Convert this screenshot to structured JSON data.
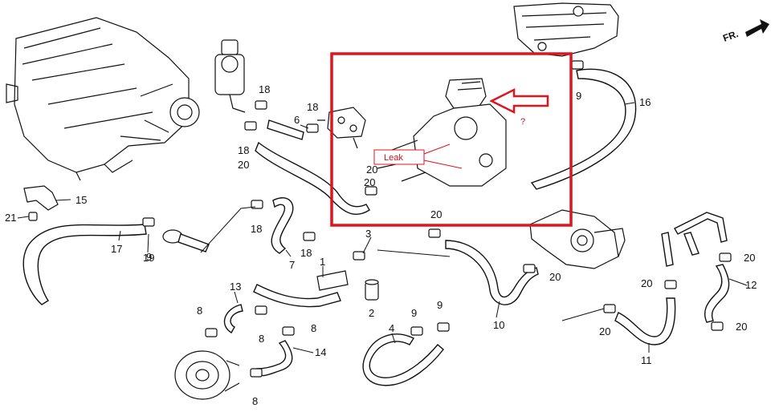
{
  "direction_label": "FR.",
  "annotations": {
    "leak": "Leak",
    "question": "?",
    "highlight_color": "#e0141c"
  },
  "callouts": [
    {
      "id": "c1",
      "text": "1"
    },
    {
      "id": "c2",
      "text": "2"
    },
    {
      "id": "c3",
      "text": "3"
    },
    {
      "id": "c4",
      "text": "4"
    },
    {
      "id": "c6",
      "text": "6"
    },
    {
      "id": "c7",
      "text": "7"
    },
    {
      "id": "c8a",
      "text": "8"
    },
    {
      "id": "c8b",
      "text": "8"
    },
    {
      "id": "c8c",
      "text": "8"
    },
    {
      "id": "c8d",
      "text": "8"
    },
    {
      "id": "c9a",
      "text": "9"
    },
    {
      "id": "c9b",
      "text": "9"
    },
    {
      "id": "c9c",
      "text": "9"
    },
    {
      "id": "c9d",
      "text": "9"
    },
    {
      "id": "c10",
      "text": "10"
    },
    {
      "id": "c11",
      "text": "11"
    },
    {
      "id": "c12",
      "text": "12"
    },
    {
      "id": "c13",
      "text": "13"
    },
    {
      "id": "c14",
      "text": "14"
    },
    {
      "id": "c15",
      "text": "15"
    },
    {
      "id": "c16",
      "text": "16"
    },
    {
      "id": "c17",
      "text": "17"
    },
    {
      "id": "c18a",
      "text": "18"
    },
    {
      "id": "c18b",
      "text": "18"
    },
    {
      "id": "c18c",
      "text": "18"
    },
    {
      "id": "c18d",
      "text": "18"
    },
    {
      "id": "c18e",
      "text": "18"
    },
    {
      "id": "c19",
      "text": "19"
    },
    {
      "id": "c20a",
      "text": "20"
    },
    {
      "id": "c20b",
      "text": "20"
    },
    {
      "id": "c20c",
      "text": "20"
    },
    {
      "id": "c20d",
      "text": "20"
    },
    {
      "id": "c20e",
      "text": "20"
    },
    {
      "id": "c20f",
      "text": "20"
    },
    {
      "id": "c20g",
      "text": "20"
    },
    {
      "id": "c20h",
      "text": "20"
    },
    {
      "id": "c20i",
      "text": "20"
    },
    {
      "id": "c21",
      "text": "21"
    }
  ]
}
